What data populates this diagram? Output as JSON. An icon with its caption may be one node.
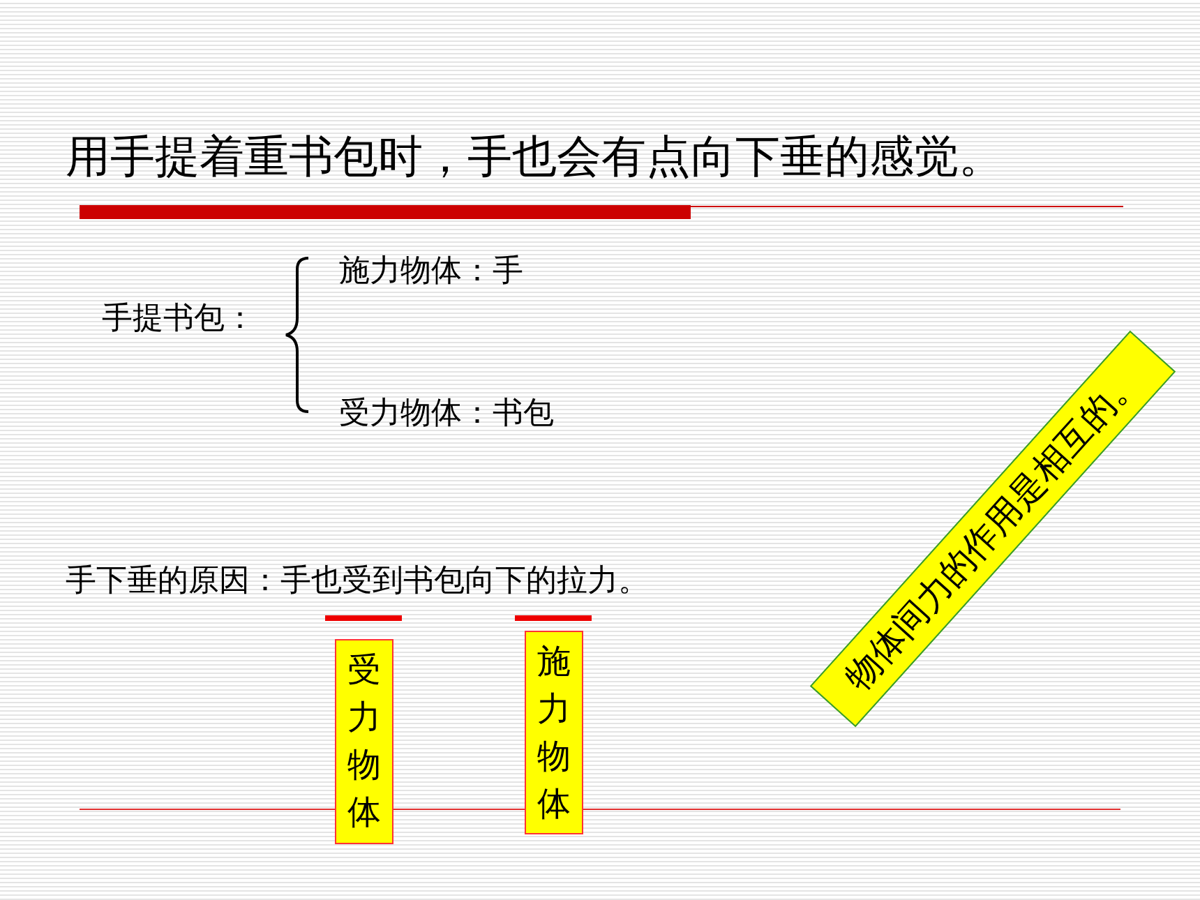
{
  "diagram": {
    "title": "用手提着重书包时，手也会有点向下垂的感觉。",
    "nodes": [
      {
        "text": [
          "受力物体"
        ]
      },
      {
        "text": [
          "施力物体"
        ]
      },
      {
        "text": [
          "物体间力的作用是相互的。"
        ]
      }
    ],
    "labels": [
      "手提书包：",
      "施力物体：手",
      "受力物体：书包",
      "手下垂的原因：手也受到书包向下的拉力。"
    ]
  }
}
